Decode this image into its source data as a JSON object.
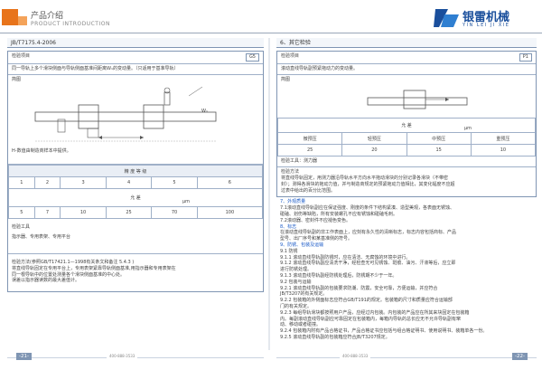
{
  "header": {
    "title_cn": "产品介绍",
    "title_en": "PRODUCT INTRODUCTION",
    "logo_cn": "银雷机械",
    "logo_en": "YIN LEI JI XIE"
  },
  "left": {
    "doc_no": "JB/T7175.4-2006",
    "item_label": "检验项目",
    "item_code": "G5",
    "item_desc": "同一导轨上多个滑块侧面与导轨侧面基准间距离W₁的变动量。（只适用于基准导轨）",
    "sketch_label": "简图",
    "dim_w": "W₁",
    "sketch_note": "H-数值由制造商样本中提供。",
    "precision_label": "精  度  等  级",
    "grades": [
      "1",
      "2",
      "3",
      "4",
      "5",
      "6"
    ],
    "tol_label": "允        差",
    "tol_unit": "μm",
    "tols": [
      "5",
      "7",
      "10",
      "25",
      "70",
      "100"
    ],
    "tool_label": "检验工具",
    "tool_desc": "指示器、专用表架、专用平台",
    "method_lines": [
      "检验方法(参照GB/T17421.1—1998有关条文和备注 5.4.3 )",
      "    将直线导轨固定在专用平台上，专用表架紧靠导轨侧面基准,用指示器和专用表架在",
      "同一根导轨中的位置处测量各个滑块侧面基准的中心处。",
      "    误差以指示器读数的最大差值计。"
    ],
    "page_no": "-21-",
    "footer_text": "400-888-3533"
  },
  "right": {
    "section": "6、其它检验",
    "item_label": "检验项目",
    "item_code": "P1",
    "item_desc": "滚动直线导轨副预紧拖动力的变动量。",
    "sketch_label": "简图",
    "tol_label": "允        差",
    "tol_unit": "μm",
    "preload_headers": [
      "微预压",
      "轻预压",
      "中预压",
      "重预压"
    ],
    "preload_values": [
      "25",
      "20",
      "15",
      "10"
    ],
    "tool_desc": "检验工具：测力器",
    "method_title": "检验方法",
    "method_lines": [
      "    将直线导轨固定，用测力器沿导轨水平方向水平拖动滑块的分别记录各滑块（不带密",
      "封）；测得各滑块的拖动力值，并与制造商规定的预紧拖动力值相比，其变化幅度不应超",
      "过表中给出的百分比范围。"
    ],
    "notes": [
      {
        "text": "7、外观质量",
        "blue": true
      },
      {
        "text": "7.1滚动直线导轨副应在保证强度、刚度的条件下结构紧凑、造型美观，各表面无锈蚀、",
        "blue": false
      },
      {
        "text": "碰磕、划伤等缺陷，所有安装螺孔不应有锈蚀和碰磕毛刺。",
        "blue": false
      },
      {
        "text": "7.2滚动器、密封件不应褪色变色。",
        "blue": false
      },
      {
        "text": "8、标志",
        "blue": true
      },
      {
        "text": "在滚动直线导轨副的非工作表面上，应刻有永久性的清晰标志，标志内容包括商标、产品",
        "blue": false
      },
      {
        "text": "型号、出厂序号和某基准侧的符号。",
        "blue": false
      },
      {
        "text": "9、防锈、包装及运输",
        "blue": true
      },
      {
        "text": "9.1 防锈",
        "blue": false
      },
      {
        "text": "9.1.1 滚动直线导轨副防锈时，应在清洁、无腐蚀的环境中进行。",
        "blue": false
      },
      {
        "text": "9.1.2 滚动直线导轨副应清洗干净，经检查无可见锈蚀、斑痕、油污、汗液等后，应立即",
        "blue": false
      },
      {
        "text": "进行防锈处理。",
        "blue": false
      },
      {
        "text": "9.1.3 滚动直线导轨副经防锈处理后，防锈期不少于一年。",
        "blue": false
      },
      {
        "text": "9.2 包装与运输",
        "blue": false
      },
      {
        "text": "9.2.1 滚动直线导轨副的包装要求防潮、防震，安全可靠，方便运输，并应符合",
        "blue": false
      },
      {
        "text": "JB/T3207的有关规定。",
        "blue": false
      },
      {
        "text": "9.2.2 包装箱的外侧面标志应符合GB/T191的规定。包装箱的尺寸和质量应符合运输部",
        "blue": false
      },
      {
        "text": "门的有关规定。",
        "blue": false
      },
      {
        "text": "9.2.3 每组导轨滑块都按照用户产品，应经过内包装。内包装的产品应在所其来块固定在包装箱",
        "blue": false
      },
      {
        "text": "内。每副滚动直线导轨副应可靠固定在包装箱内，每箱内导轨的总长应无不允许导轨副有窜",
        "blue": false
      },
      {
        "text": "动、移动或者碰撞。",
        "blue": false
      },
      {
        "text": "9.2.4 包装箱内附有产品合格证书，产品合格证书应包括与组合格证明书、使用说明书、装箱单各一份。",
        "blue": false
      },
      {
        "text": "9.2.5 滚动直线导轨副的包装箱应符合JB/T3207规定。",
        "blue": false
      }
    ],
    "page_no": "-22-",
    "footer_text": "400-888-3533"
  }
}
